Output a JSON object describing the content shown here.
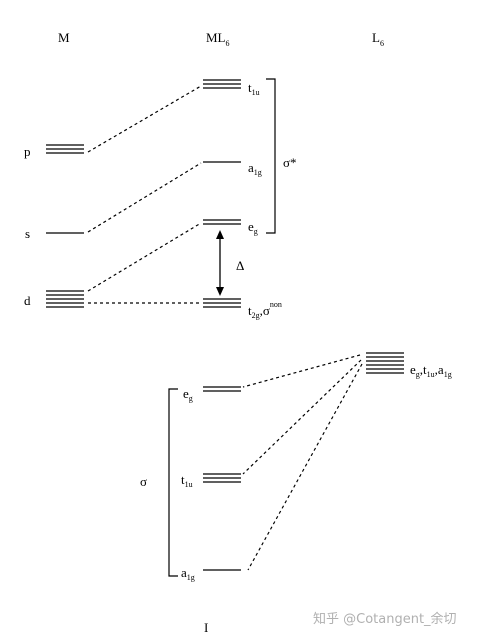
{
  "columns": {
    "metal": "M",
    "complex_main": "ML",
    "complex_sub": "6",
    "ligand_main": "L",
    "ligand_sub": "6"
  },
  "metal_orbitals": {
    "p": "p",
    "s": "s",
    "d": "d"
  },
  "complex_levels": {
    "t1u_main": "t",
    "t1u_sub": "1u",
    "a1g_main": "a",
    "a1g_sub": "1g",
    "eg_main": "e",
    "eg_sub": "g",
    "t2g_main": "t",
    "t2g_sub": "2g",
    "t2g_sep": ",σ",
    "t2g_sup": "non"
  },
  "antibonding_label": "σ*",
  "splitting_label": "Δ",
  "ligand_level": {
    "e_main": "e",
    "e_sub": "g",
    "sep1": ",t",
    "t_sub": "1u",
    "sep2": ",a",
    "a_sub": "1g"
  },
  "bonding_levels": {
    "eg_main": "e",
    "eg_sub": "g",
    "t1u_main": "t",
    "t1u_sub": "1u",
    "a1g_main": "a",
    "a1g_sub": "1g"
  },
  "bonding_label": "σ",
  "footer_label": "I",
  "watermark": "知乎 @Cotangent_余切"
}
